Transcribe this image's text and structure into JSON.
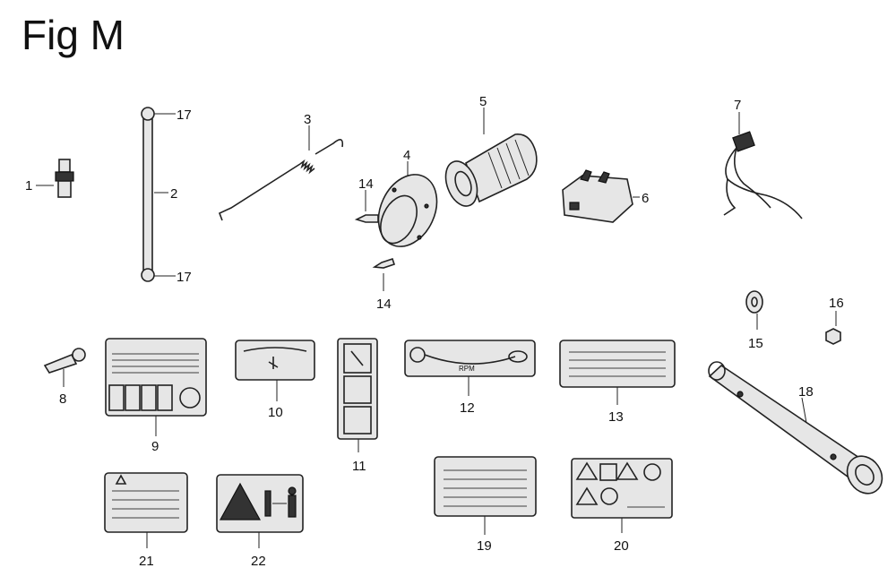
{
  "figure": {
    "title": "Fig M",
    "callouts": {
      "c1": "1",
      "c2": "2",
      "c3": "3",
      "c4": "4",
      "c5": "5",
      "c6": "6",
      "c7": "7",
      "c8": "8",
      "c9": "9",
      "c10": "10",
      "c11": "11",
      "c12": "12",
      "c13": "13",
      "c14a": "14",
      "c14b": "14",
      "c15": "15",
      "c16": "16",
      "c17a": "17",
      "c17b": "17",
      "c18": "18",
      "c19": "19",
      "c20": "20",
      "c21": "21",
      "c22": "22"
    },
    "label_texts": {
      "rpm": "RPM"
    }
  }
}
